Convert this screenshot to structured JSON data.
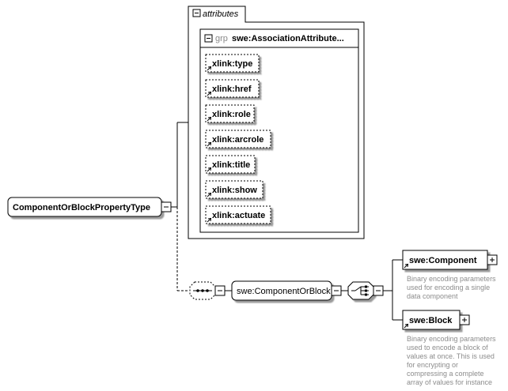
{
  "root_element": {
    "label": "ComponentOrBlockPropertyType"
  },
  "attributes_box": {
    "label": "attributes",
    "group": {
      "prefix": "grp",
      "label": "swe:AssociationAttribute...",
      "items": [
        "xlink:type",
        "xlink:href",
        "xlink:role",
        "xlink:arcrole",
        "xlink:title",
        "xlink:show",
        "xlink:actuate"
      ]
    }
  },
  "element_ref": {
    "label": "swe:ComponentOrBlock"
  },
  "choice_targets": [
    {
      "label": "swe:Component",
      "description": [
        "Binary encoding parameters",
        "used for encoding a single",
        "data component"
      ]
    },
    {
      "label": "swe:Block",
      "description": [
        "Binary encoding parameters",
        "used to encode a block of",
        "values at once. This is used",
        "for encrypting or",
        "compressing a complete",
        "array of values for instance"
      ]
    }
  ],
  "colors": {
    "line": "#000000",
    "shadow": "#9a9a9a",
    "box_fill": "#ffffff",
    "desc_text": "#8c8c8c"
  }
}
